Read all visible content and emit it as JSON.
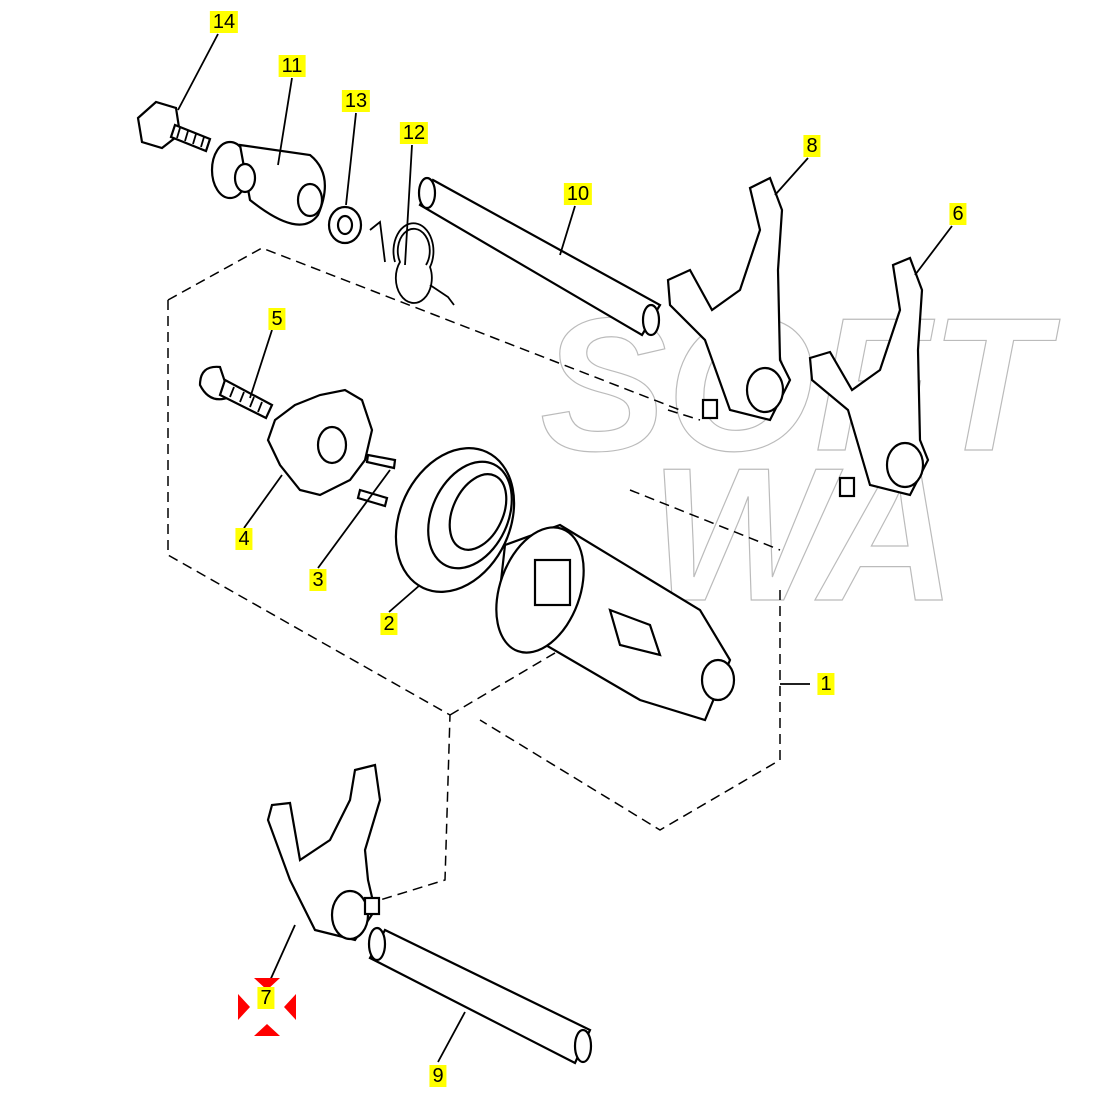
{
  "diagram": {
    "watermark": "SOFTWARE",
    "highlight_color": "#ffff00",
    "selection_marker_color": "#ff0000",
    "selected_part": "7",
    "parts": [
      {
        "id": "14",
        "label": "14"
      },
      {
        "id": "11",
        "label": "11"
      },
      {
        "id": "13",
        "label": "13"
      },
      {
        "id": "12",
        "label": "12"
      },
      {
        "id": "10",
        "label": "10"
      },
      {
        "id": "8",
        "label": "8"
      },
      {
        "id": "6",
        "label": "6"
      },
      {
        "id": "5",
        "label": "5"
      },
      {
        "id": "4",
        "label": "4"
      },
      {
        "id": "3",
        "label": "3"
      },
      {
        "id": "2",
        "label": "2"
      },
      {
        "id": "1",
        "label": "1"
      },
      {
        "id": "7",
        "label": "7"
      },
      {
        "id": "9",
        "label": "9"
      }
    ]
  }
}
